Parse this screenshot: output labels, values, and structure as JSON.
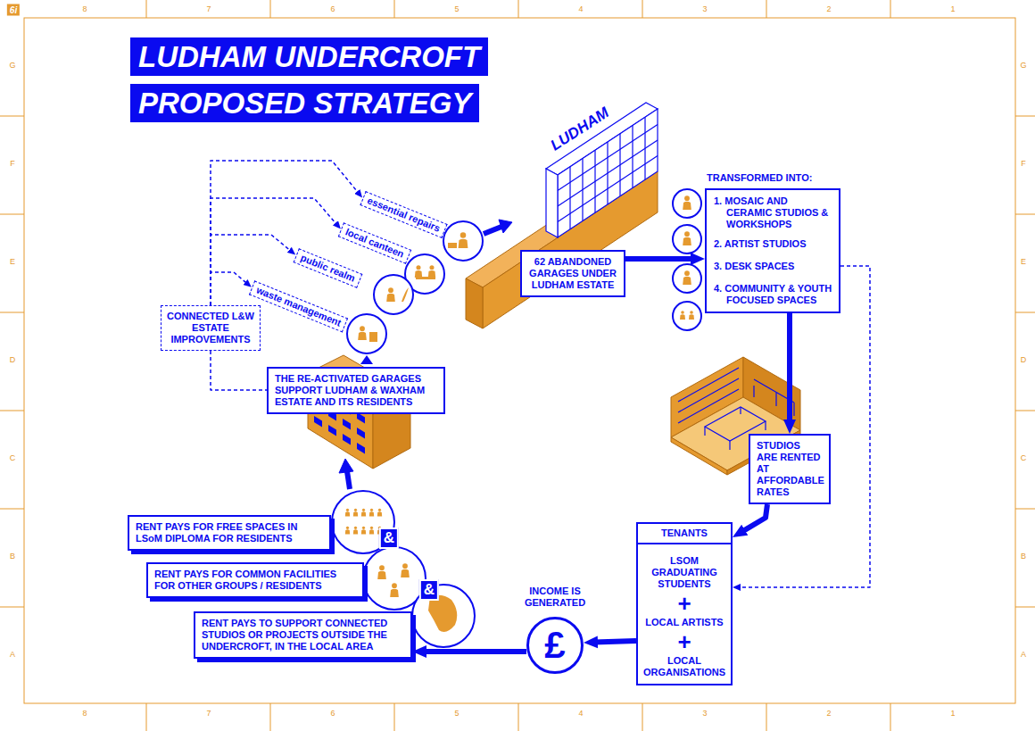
{
  "diagram": {
    "title": "LUDHAM UNDERCROFT PROPOSED STRATEGY",
    "nodes": [
      {
        "text": [
          "CONNECTED L&W ESTATE IMPROVEMENTS"
        ]
      },
      {
        "text": [
          "essential repairs"
        ]
      },
      {
        "text": [
          "local canteen"
        ]
      },
      {
        "text": [
          "public realm"
        ]
      },
      {
        "text": [
          "waste management"
        ]
      },
      {
        "text": [
          "62 ABANDONED GARAGES UNDER LUDHAM ESTATE"
        ]
      },
      {
        "text": [
          "TRANSFORMED INTO:",
          "1. MOSAIC AND CERAMIC STUDIOS & WORKSHOPS",
          "2. ARTIST STUDIOS",
          "3. DESK SPACES",
          "4. COMMUNITY & YOUTH FOCUSED SPACES"
        ]
      },
      {
        "text": [
          "STUDIOS ARE RENTED AT AFFORDABLE RATES"
        ]
      },
      {
        "text": [
          "TENANTS",
          "LSOM GRADUATING STUDENTS",
          "+",
          "LOCAL ARTISTS",
          "+",
          "LOCAL ORGANISATIONS"
        ]
      },
      {
        "text": [
          "INCOME IS GENERATED",
          "£"
        ]
      },
      {
        "text": [
          "RENT PAYS TO SUPPORT CONNECTED STUDIOS OR PROJECTS OUTSIDE THE UNDERCROFT, IN THE LOCAL AREA"
        ]
      },
      {
        "text": [
          "RENT PAYS FOR COMMON FACILITIES FOR OTHER GROUPS / RESIDENTS"
        ]
      },
      {
        "text": [
          "RENT PAYS FOR FREE SPACES IN LSoM DIPLOMA FOR RESIDENTS"
        ]
      },
      {
        "text": [
          "THE RE-ACTIVATED GARAGES SUPPORT LUDHAM & WAXHAM ESTATE AND ITS RESIDENTS"
        ]
      }
    ],
    "edges": [
      {
        "from": 0,
        "to": 1,
        "arrow": "to"
      },
      {
        "from": 0,
        "to": 2,
        "arrow": "to"
      },
      {
        "from": 0,
        "to": 3,
        "arrow": "to"
      },
      {
        "from": 0,
        "to": 4,
        "arrow": "to"
      },
      {
        "from": 0,
        "to": 13,
        "arrow": "none"
      },
      {
        "from": 5,
        "to": 6,
        "arrow": "to"
      },
      {
        "from": 6,
        "to": 7,
        "arrow": "to"
      },
      {
        "from": 7,
        "to": 8,
        "arrow": "to"
      },
      {
        "from": 6,
        "to": 8,
        "arrow": "to"
      },
      {
        "from": 8,
        "to": 9,
        "arrow": "to"
      },
      {
        "from": 9,
        "to": 10,
        "arrow": "to"
      }
    ],
    "labels": [
      "6i",
      "LUDHAM",
      "&",
      "&",
      "8",
      "7",
      "6",
      "5",
      "4",
      "3",
      "2",
      "1",
      "8",
      "7",
      "6",
      "5",
      "4",
      "3",
      "2",
      "1",
      "G",
      "F",
      "E",
      "D",
      "C",
      "B",
      "A",
      "G",
      "F",
      "E",
      "D",
      "C",
      "B",
      "A"
    ]
  }
}
